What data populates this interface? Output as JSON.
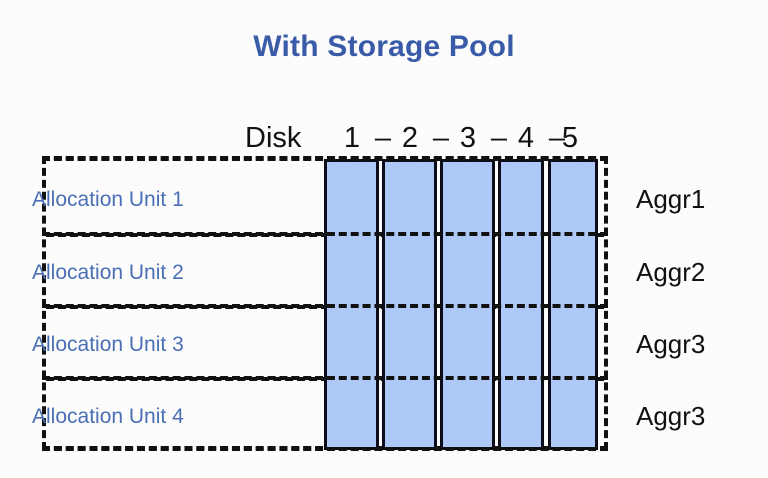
{
  "title": "With Storage Pool",
  "colors": {
    "title_blue": "#3a5ba8",
    "label_blue": "#4a6fb5",
    "disk_fill": "#aec8f7",
    "disk_stroke": "#0d0d1a",
    "dash_black": "#111111",
    "background": "#fcfcfc"
  },
  "disk_header": {
    "word": "Disk",
    "separator": "–",
    "numbers": [
      "1",
      "2",
      "3",
      "4",
      "5"
    ]
  },
  "allocation_units": [
    {
      "label": "Allocation Unit 1",
      "aggregate": "Aggr1"
    },
    {
      "label": "Allocation Unit 2",
      "aggregate": "Aggr2"
    },
    {
      "label": "Allocation Unit 3",
      "aggregate": "Aggr3"
    },
    {
      "label": "Allocation Unit 4",
      "aggregate": "Aggr3"
    }
  ],
  "aggregates": [
    "Aggr1",
    "Aggr2",
    "Aggr3",
    "Aggr3"
  ],
  "disks": [
    {
      "name": "Disk 1",
      "number": "1"
    },
    {
      "name": "Disk 2",
      "number": "2"
    },
    {
      "name": "Disk 3",
      "number": "3"
    },
    {
      "name": "Disk 4",
      "number": "4"
    },
    {
      "name": "Disk 5",
      "number": "5"
    }
  ]
}
